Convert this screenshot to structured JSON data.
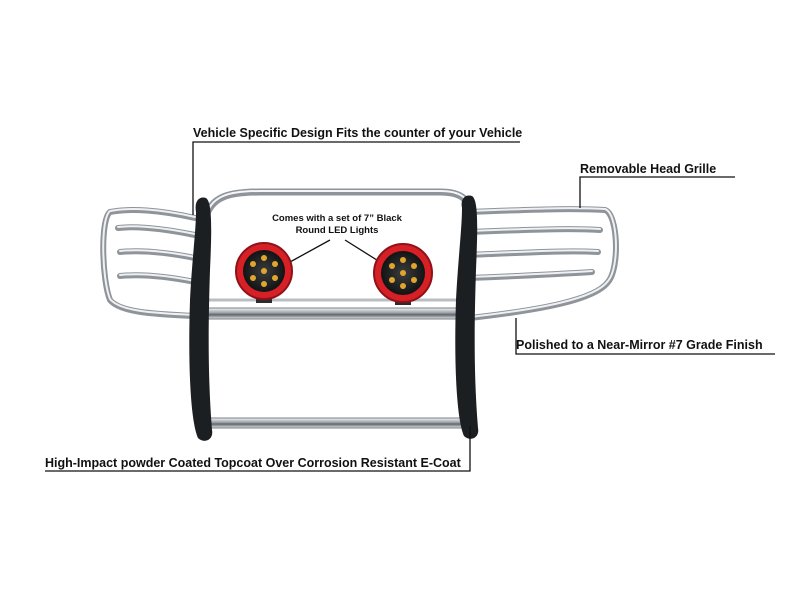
{
  "callouts": {
    "design": "Vehicle Specific Design Fits the counter of your Vehicle",
    "grille": "Removable Head Grille",
    "lights_line1": "Comes with a set of 7” Black",
    "lights_line2": "Round LED Lights",
    "finish": "Polished to a Near-Mirror #7 Grade Finish",
    "coat": "High-Impact powder Coated Topcoat Over Corrosion Resistant E-Coat"
  },
  "colors": {
    "background": "#ffffff",
    "chrome": "#c8ccd0",
    "powder_coat": "#1c1f22",
    "light_housing": "#d71f26",
    "leader_line": "#111111"
  },
  "icons": [
    "grille-guard-icon",
    "led-light-icon"
  ]
}
